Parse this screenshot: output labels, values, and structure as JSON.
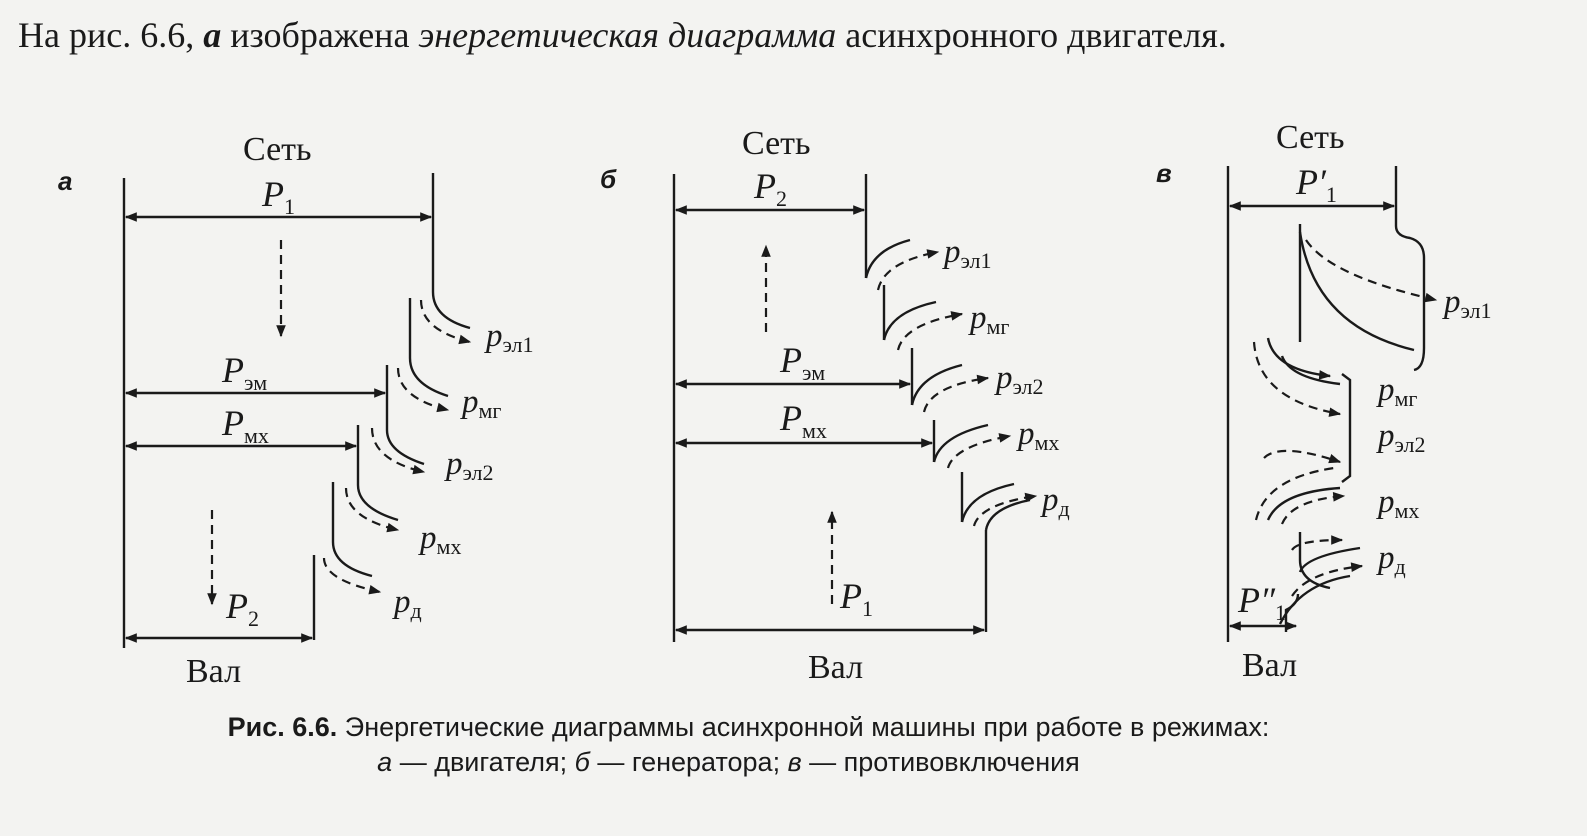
{
  "intro": {
    "before": "На рис. 6.6, ",
    "letter": "а",
    "middle": " изображена ",
    "emph": "энергетическая диаграмма",
    "after": " асинхронного двигателя."
  },
  "panels": {
    "a": {
      "letter": "а",
      "top": "Сеть",
      "bottom": "Вал",
      "main_in": {
        "base": "P",
        "sub": "1"
      },
      "main_out": {
        "base": "P",
        "sub": "2"
      },
      "mid": [
        {
          "base": "P",
          "sub": "эм"
        },
        {
          "base": "P",
          "sub": "мх"
        }
      ],
      "losses": [
        {
          "base": "p",
          "sub": "эл1"
        },
        {
          "base": "p",
          "sub": "мг"
        },
        {
          "base": "p",
          "sub": "эл2"
        },
        {
          "base": "p",
          "sub": "мх"
        },
        {
          "base": "p",
          "sub": "д"
        }
      ]
    },
    "b": {
      "letter": "б",
      "top": "Сеть",
      "bottom": "Вал",
      "main_in": {
        "base": "P",
        "sub": "2"
      },
      "main_out": {
        "base": "P",
        "sub": "1"
      },
      "mid": [
        {
          "base": "P",
          "sub": "эм"
        },
        {
          "base": "P",
          "sub": "мх"
        }
      ],
      "losses": [
        {
          "base": "p",
          "sub": "эл1"
        },
        {
          "base": "p",
          "sub": "мг"
        },
        {
          "base": "p",
          "sub": "эл2"
        },
        {
          "base": "p",
          "sub": "мх"
        },
        {
          "base": "p",
          "sub": "д"
        }
      ]
    },
    "c": {
      "letter": "в",
      "top": "Сеть",
      "bottom": "Вал",
      "main_in": {
        "base": "P′",
        "sub": "1"
      },
      "main_out": {
        "base": "P″",
        "sub": "1"
      },
      "losses": [
        {
          "base": "p",
          "sub": "эл1"
        },
        {
          "base": "p",
          "sub": "мг"
        },
        {
          "base": "p",
          "sub": "эл2"
        },
        {
          "base": "p",
          "sub": "мх"
        },
        {
          "base": "p",
          "sub": "д"
        }
      ]
    }
  },
  "caption": {
    "fig": "Рис. 6.6.",
    "line1": " Энергетические диаграммы асинхронной машины при работе в режимах:",
    "a_letter": "а",
    "a_text": " — двигателя; ",
    "b_letter": "б",
    "b_text": " — генератора; ",
    "c_letter": "в",
    "c_text": " — противовключения"
  }
}
